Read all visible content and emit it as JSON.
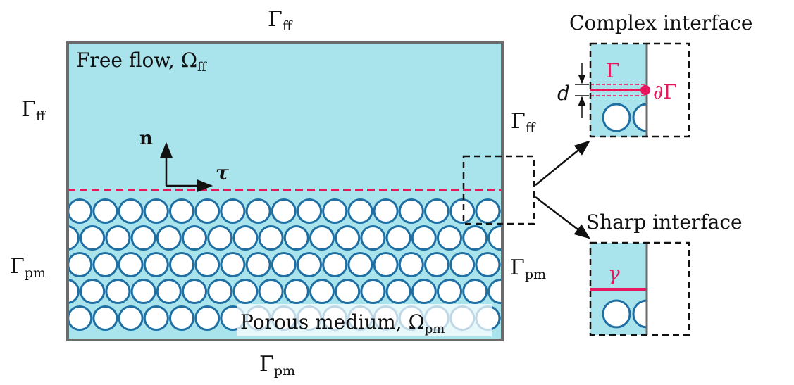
{
  "colors": {
    "fluid": "#a9e4ec",
    "frame": "#6b6b6b",
    "grain_stroke": "#1f6fa3",
    "interface": "#e8175d",
    "text": "#111111"
  },
  "boundaries": {
    "free_flow_symbol": "Γ",
    "free_flow_sub": "ff",
    "porous_symbol": "Γ",
    "porous_sub": "pm"
  },
  "domain": {
    "free_flow_text": "Free flow, Ω",
    "free_flow_sub": "ff",
    "porous_text": "Porous medium, Ω",
    "porous_sub": "pm"
  },
  "vectors": {
    "normal": "n",
    "tangent": "τ"
  },
  "complex": {
    "title": "Complex interface",
    "gamma": "Γ",
    "boundary": "∂Γ",
    "thickness": "d"
  },
  "sharp": {
    "title": "Sharp interface",
    "gamma": "γ"
  }
}
